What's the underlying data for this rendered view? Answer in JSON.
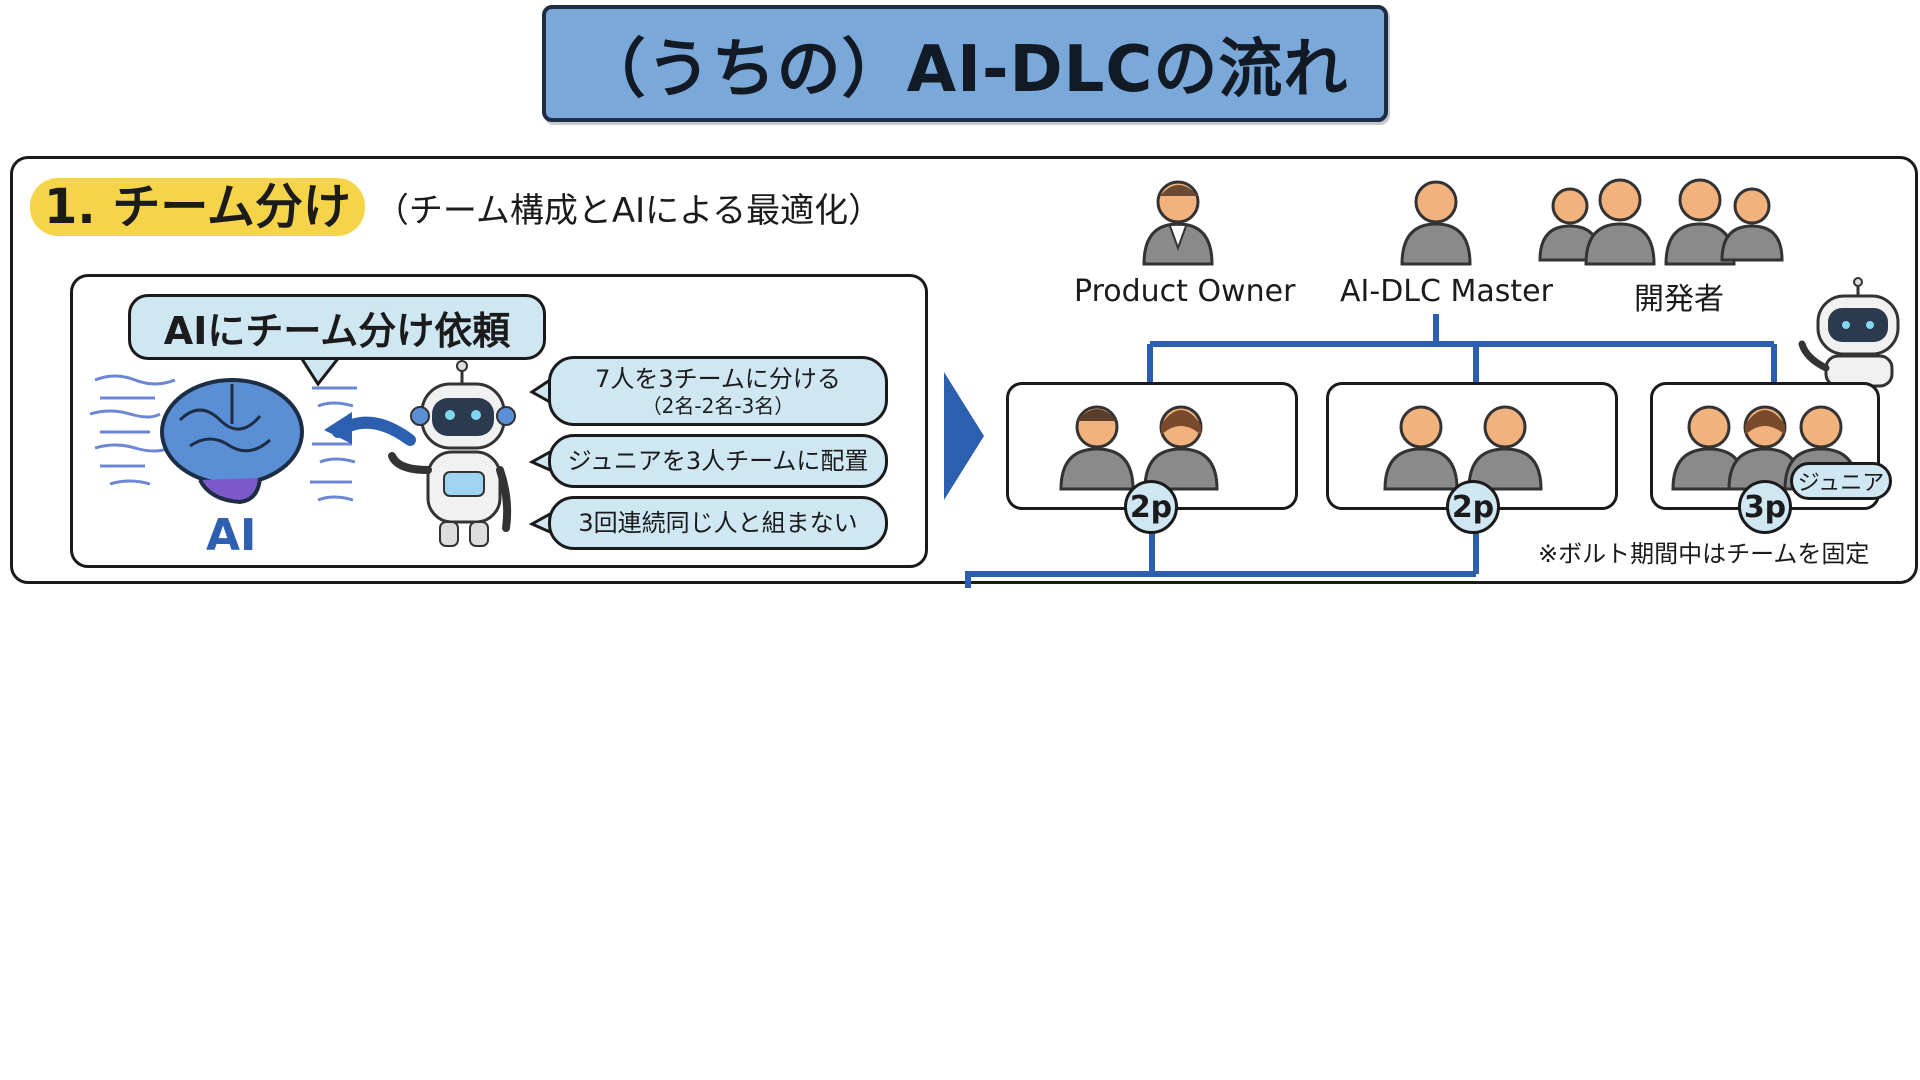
{
  "title": "（うちの）AI-DLCの流れ",
  "section": {
    "title": "1. チーム分け",
    "subtitle": "（チーム構成とAIによる最適化）"
  },
  "left": {
    "request_label": "AIにチーム分け依頼",
    "brain_label": "AI",
    "bubbles": [
      {
        "line1": "7人を3チームに分ける",
        "line2": "（2名-2名-3名）"
      },
      {
        "line1": "ジュニアを3人チームに配置"
      },
      {
        "line1": "3回連続同じ人と組まない"
      }
    ]
  },
  "roles": {
    "product_owner": "Product Owner",
    "master": "AI-DLC Master",
    "developers": "開発者"
  },
  "teams": [
    {
      "count": "2p"
    },
    {
      "count": "2p"
    },
    {
      "count": "3p",
      "tag": "ジュニア"
    }
  ],
  "note": "※ボルト期間中はチームを固定",
  "colors": {
    "banner": "#7aa8d8",
    "highlight": "#f5d44a",
    "bubble": "#cfe6f3",
    "connector": "#2d5fb0",
    "person": "#8a8a8a",
    "skin": "#f1b27d"
  }
}
